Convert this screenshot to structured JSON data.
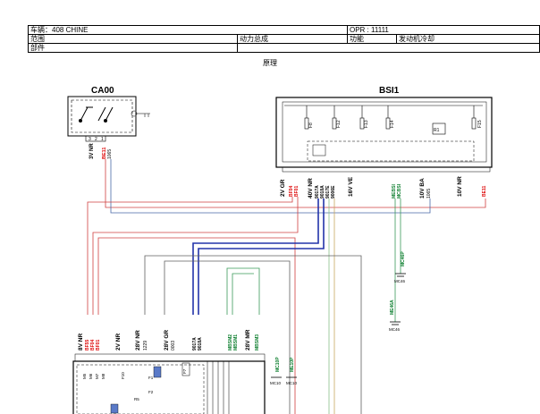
{
  "header": {
    "vehicle": "车辆：408 CHINE",
    "opr": "OPR : 11111",
    "scope_label": "范围",
    "scope_value": "动力总成",
    "function_label": "功能",
    "function_value": "发动机冷却",
    "part_label": "部件",
    "part_value": "",
    "row2_col4": "",
    "row3_col4": ""
  },
  "caption": "原理",
  "components": {
    "ca00": "CA00",
    "bsi1": "BSI1",
    "mc46": "MC46",
    "me46a": "ME46A",
    "mc46_ground": "MC46",
    "mc46p": "MC46P",
    "me46a_wire": "ME46A",
    "mc10p": "MC10P",
    "me10p": "ME10P",
    "mc10": "MC10",
    "mc10b": "MC10"
  },
  "ca00_labels": {
    "connector": "3V NR",
    "wire_red": "BE11",
    "wire_num": "1065",
    "pins": [
      "3",
      "2",
      "1"
    ]
  },
  "bsi_labels": {
    "c1": "2V GR",
    "c1w": [
      "BF04",
      "BF01"
    ],
    "c2": "40V NR",
    "c2w": [
      "9017A",
      "9018A",
      "9017E",
      "9006E"
    ],
    "c3": "16V VE",
    "c4w": [
      "MEBSI",
      "MCBSI"
    ],
    "c5": "10V BA",
    "c5w": "1065",
    "c6": "10V NR",
    "c6w": "BE11",
    "fuses": [
      "F8",
      "F12",
      "F13",
      "F14",
      "R1",
      "F15"
    ]
  },
  "bottom_labels": {
    "c1": "8V NR",
    "c1w": [
      "BF55",
      "BF04",
      "BF01"
    ],
    "c2": "2V NR",
    "c3": "28V NR",
    "c3w": "1229",
    "c4": "28V GR",
    "c4w": "0003",
    "c5w": [
      "9017A",
      "9018A"
    ],
    "c6": "28V MR",
    "c6w": [
      "MBSM2",
      "MBSM1",
      "MBSM3"
    ],
    "inner": [
      "M5",
      "M6",
      "M7",
      "M8",
      "F10",
      "F1",
      "F2",
      "R5",
      "F7"
    ]
  }
}
